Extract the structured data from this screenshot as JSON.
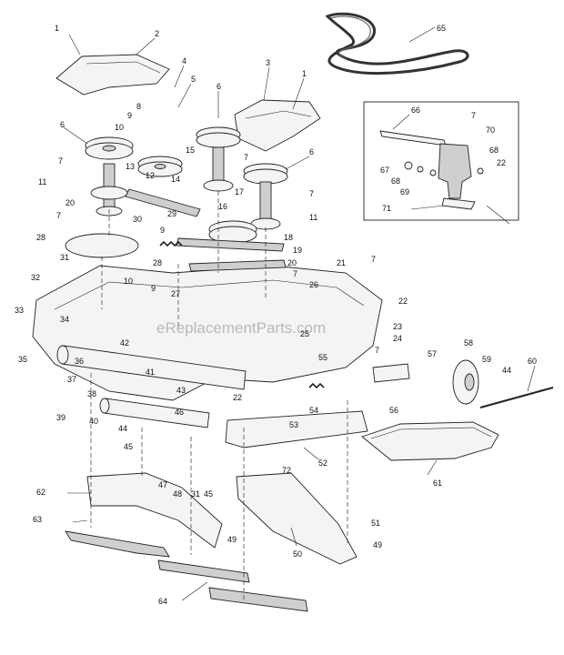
{
  "watermark": "eReplacementParts.com",
  "callouts": [
    "1",
    "2",
    "3",
    "4",
    "5",
    "6",
    "7",
    "8",
    "9",
    "10",
    "11",
    "12",
    "13",
    "14",
    "15",
    "16",
    "17",
    "18",
    "19",
    "20",
    "21",
    "22",
    "23",
    "24",
    "25",
    "26",
    "27",
    "28",
    "29",
    "30",
    "31",
    "32",
    "33",
    "34",
    "35",
    "36",
    "37",
    "38",
    "39",
    "40",
    "41",
    "42",
    "43",
    "44",
    "45",
    "46",
    "47",
    "48",
    "49",
    "50",
    "51",
    "52",
    "53",
    "54",
    "55",
    "56",
    "57",
    "58",
    "59",
    "60",
    "61",
    "62",
    "63",
    "64",
    "65",
    "66",
    "67",
    "68",
    "69",
    "70",
    "71",
    "72"
  ],
  "diagram": {
    "nodes": [
      {
        "id": "c1a",
        "label": "1"
      },
      {
        "id": "c2",
        "label": "2"
      },
      {
        "id": "c3",
        "label": "3"
      },
      {
        "id": "c1b",
        "label": "1"
      },
      {
        "id": "c4",
        "label": "4"
      },
      {
        "id": "c5",
        "label": "5"
      },
      {
        "id": "c6a",
        "label": "6"
      },
      {
        "id": "c6b",
        "label": "6"
      },
      {
        "id": "c6c",
        "label": "6"
      },
      {
        "id": "c65",
        "label": "65"
      },
      {
        "id": "c66",
        "label": "66"
      },
      {
        "id": "c70",
        "label": "70"
      },
      {
        "id": "c71",
        "label": "71"
      },
      {
        "id": "c61",
        "label": "61"
      },
      {
        "id": "c64",
        "label": "64"
      },
      {
        "id": "c50",
        "label": "50"
      },
      {
        "id": "c52",
        "label": "52"
      },
      {
        "id": "c60",
        "label": "60"
      }
    ]
  }
}
